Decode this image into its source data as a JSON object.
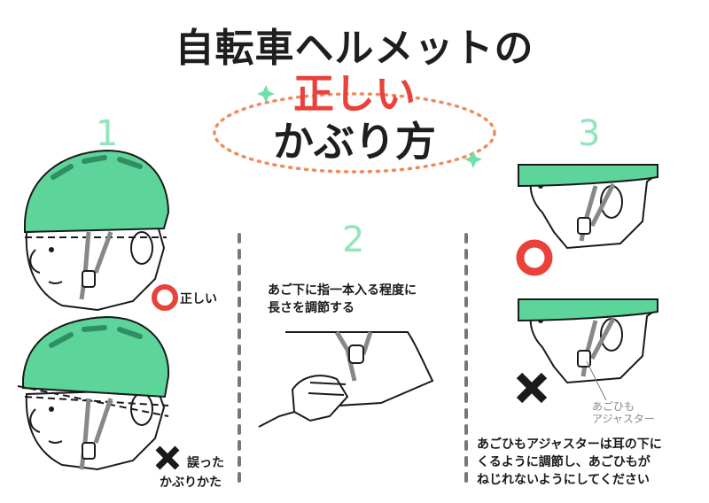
{
  "title": {
    "line1": "自転車ヘルメットの",
    "line2": "正しい",
    "line3": "かぶり方"
  },
  "steps": {
    "step1": {
      "number": "1",
      "correct_label": "正しい",
      "wrong_label_line1": "誤った",
      "wrong_label_line2": "かぶりかた"
    },
    "step2": {
      "number": "2",
      "caption_line1": "あご下に指一本入る程度に",
      "caption_line2": "長さを調節する"
    },
    "step3": {
      "number": "3",
      "adjuster_label_line1": "あごひも",
      "adjuster_label_line2": "アジャスター",
      "caption_line1": "あごひもアジャスターは耳の下に",
      "caption_line2": "くるように調節し、あごひもが",
      "caption_line3": "ねじれないようにしてください"
    }
  },
  "colors": {
    "helmet": "#5cd49a",
    "accent_red": "#e8423a",
    "dotted_orange": "#f28a5c",
    "step_green": "#8fe6b8",
    "star_green": "#6fe0a8"
  },
  "icons": [
    "correct-circle-icon",
    "wrong-x-icon",
    "sparkle-icon"
  ]
}
